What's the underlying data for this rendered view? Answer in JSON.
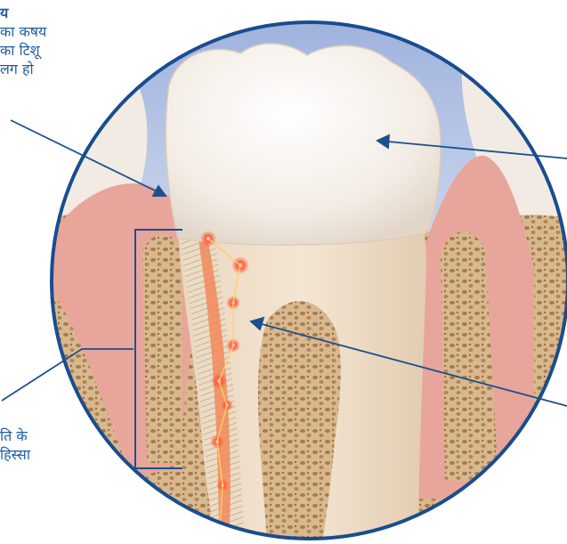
{
  "labels": {
    "top_left": {
      "title": "य",
      "line1": "का कषय",
      "line2": "का टिशू",
      "line3": "लग हो"
    },
    "bottom_left": {
      "line1": "ति के",
      "line2": "हिस्सा"
    }
  },
  "colors": {
    "label_text": "#1f5fa6",
    "leader_line": "#1c4f8c",
    "circle_border": "#1a4d8f",
    "sky": "#cfd9ef",
    "bone": "#d9b889",
    "gum": "#e8a59b",
    "enamel": "#f6f1ea",
    "nerve_glow": "#ffb347"
  }
}
